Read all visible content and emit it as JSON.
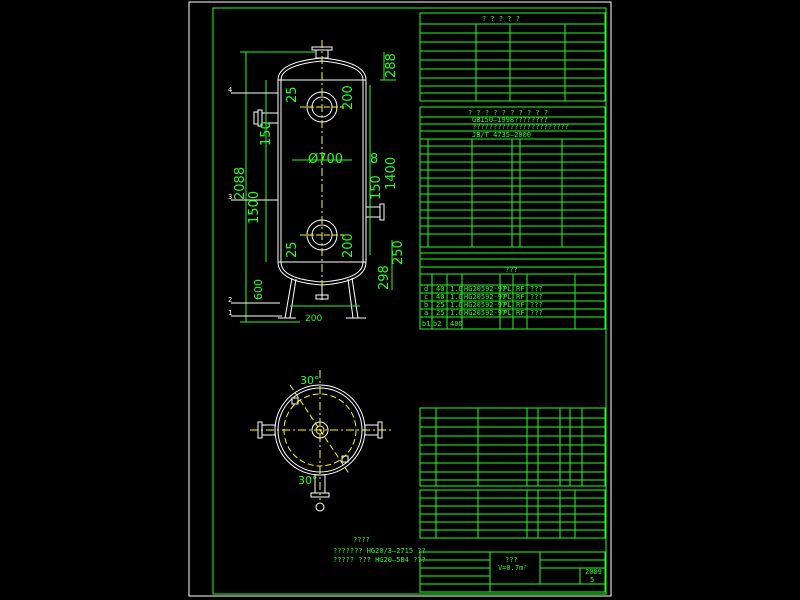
{
  "dimensions": {
    "top_height": "288",
    "nozzle_top": "25",
    "nozzle_top_200": "200",
    "upper_150": "150",
    "total_height": "2088",
    "diameter": "Ø700",
    "thickness": "8",
    "straight": "1400",
    "lower_150": "150",
    "span_1500": "1500",
    "nozzle_bot": "25",
    "nozzle_bot_200": "200",
    "h_250": "250",
    "bot_298": "298",
    "leg_600": "600",
    "leg_200": "200",
    "plan_30_top": "30°",
    "plan_30_bot": "30°"
  },
  "callouts": [
    "4",
    "3",
    "2",
    "1"
  ],
  "tables": {
    "design_title": "? ? ? ? ?",
    "std_title": "? ? ? ? ? ? ? ? ? ?",
    "std_rows": [
      "GB150—1998????????",
      "???????????????????????",
      "JB/T 4735—2000"
    ],
    "nozzle_title": "???",
    "nozzle_rows": [
      [
        "d",
        "40",
        "1.6",
        "HG20592-97",
        "PL",
        "RF",
        "???"
      ],
      [
        "c",
        "40",
        "1.6",
        "HG20592-97",
        "PL",
        "RF",
        "???"
      ],
      [
        "b",
        "25",
        "1.6",
        "HG20592-97",
        "PL",
        "RF",
        "???"
      ],
      [
        "a",
        "25",
        "1.6",
        "HG20592-97",
        "PL",
        "RF",
        "???"
      ],
      [
        "b1",
        "b2",
        "400",
        "",
        ""
      ]
    ],
    "title_block": {
      "name": "???",
      "spec": "V=0.7m³",
      "drawing_no": "2009",
      "sheet": "5"
    }
  },
  "notes": {
    "label": "????",
    "line1": "??????? HG20/3—2715   ??",
    "line2": "?????  ???  HG20—584     ???"
  }
}
